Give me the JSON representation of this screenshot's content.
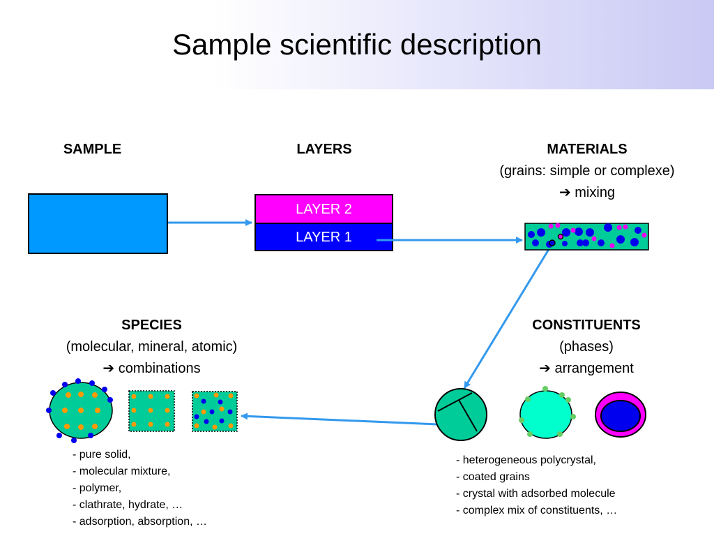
{
  "title": "Sample scientific description",
  "sample": {
    "heading": "SAMPLE"
  },
  "layers": {
    "heading": "LAYERS",
    "layer2": "LAYER 2",
    "layer1": "LAYER 1"
  },
  "materials": {
    "heading": "MATERIALS",
    "line2": "(grains: simple or complexe)",
    "line3": "mixing"
  },
  "species": {
    "heading": "SPECIES",
    "line2": "(molecular, mineral, atomic)",
    "line3": "combinations",
    "notes": [
      "- pure solid,",
      "- molecular mixture,",
      "- polymer,",
      "- clathrate, hydrate, …",
      "- adsorption, absorption, …"
    ]
  },
  "constituents": {
    "heading": "CONSTITUENTS",
    "line2": "(phases)",
    "line3": "arrangement",
    "notes": [
      "- heterogeneous polycrystal,",
      "- coated grains",
      "- crystal with adsorbed molecule",
      "- complex mix of constituents, …"
    ]
  },
  "colors": {
    "sample": "#0099ff",
    "layer2": "#ff00ff",
    "layer1": "#0000ff",
    "grain": "#00cc99",
    "arrow": "#3399ee",
    "dot_blue": "#0000ee",
    "dot_orange": "#ff9900",
    "dot_magenta": "#ee00ee",
    "aqua": "#00ffcc"
  },
  "icons": {
    "arrow_symbol": "➔"
  }
}
